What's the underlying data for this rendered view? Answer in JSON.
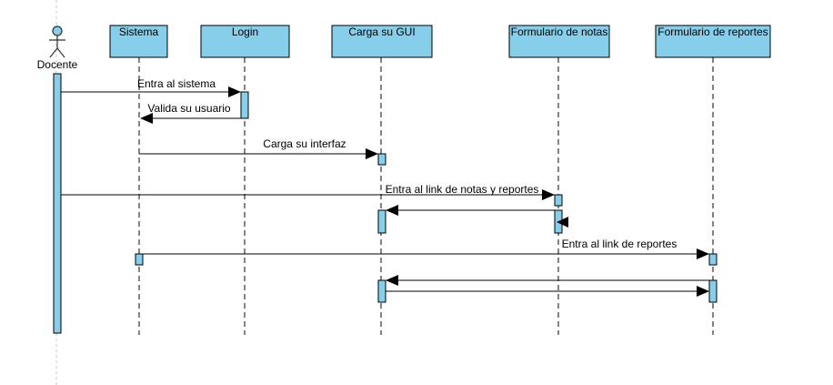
{
  "actor": {
    "name": "Docente",
    "icon": "stick-figure-icon"
  },
  "participants": [
    {
      "id": "sistema",
      "label": "Sistema"
    },
    {
      "id": "login",
      "label": "Login"
    },
    {
      "id": "gui",
      "label": "Carga su GUI"
    },
    {
      "id": "notas",
      "label": "Formulario de notas"
    },
    {
      "id": "reportes",
      "label": "Formulario de reportes"
    }
  ],
  "messages": [
    {
      "from": "docente",
      "to": "login",
      "label": "Entra al sistema"
    },
    {
      "from": "login",
      "to": "sistema",
      "label": "Valida su usuario"
    },
    {
      "from": "sistema",
      "to": "gui",
      "label": "Carga su interfaz"
    },
    {
      "from": "docente",
      "to": "notas",
      "label": "Entra al link de notas y reportes"
    },
    {
      "from": "notas",
      "to": "gui",
      "label": ""
    },
    {
      "from": "notas",
      "to": "notas",
      "label": ""
    },
    {
      "from": "sistema",
      "to": "reportes",
      "label": "Entra al link de reportes"
    },
    {
      "from": "reportes",
      "to": "gui",
      "label": ""
    },
    {
      "from": "gui",
      "to": "reportes",
      "label": ""
    }
  ],
  "colors": {
    "box_fill": "#87CEEB",
    "stroke": "#000000"
  }
}
